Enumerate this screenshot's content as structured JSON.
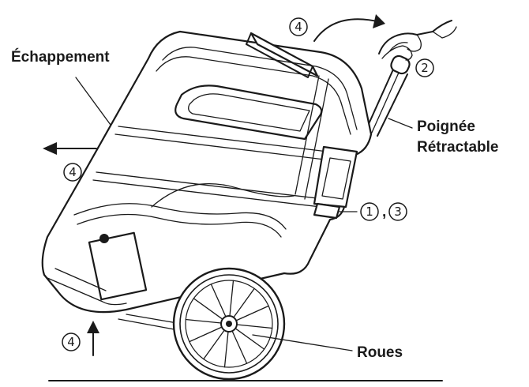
{
  "labels": {
    "exhaust": "Échappement",
    "handle_line1": "Poignée",
    "handle_line2": "Rétractable",
    "wheels": "Roues"
  },
  "step_markers": {
    "step_4_top": "4",
    "step_2": "2",
    "step_4_left": "4",
    "step_1": "1",
    "step_sep": ",",
    "step_3": "3",
    "step_4_bottom": "4"
  }
}
